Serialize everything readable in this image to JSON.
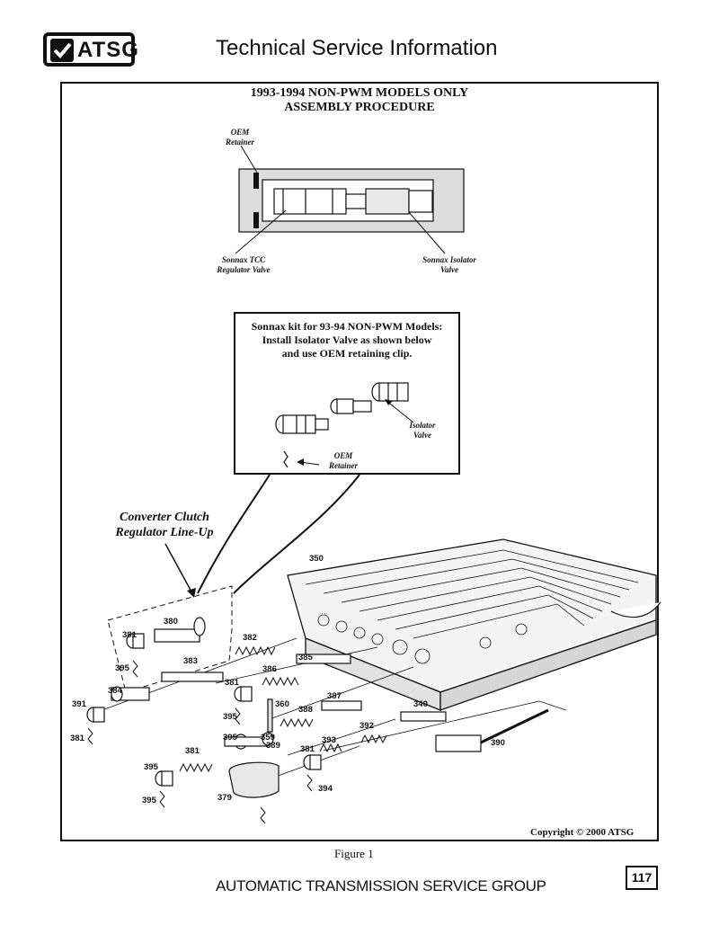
{
  "header": {
    "logo_text": "ATSG",
    "title": "Technical Service Information"
  },
  "diagram": {
    "title_line1": "1993-1994 NON-PWM MODELS ONLY",
    "title_line2": "ASSEMBLY PROCEDURE",
    "oem_retainer_top_1": "OEM",
    "oem_retainer_top_2": "Retainer",
    "tcc_valve_1": "Sonnax TCC",
    "tcc_valve_2": "Regulator Valve",
    "isolator_valve_1": "Sonnax Isolator",
    "isolator_valve_2": "Valve",
    "kit": {
      "line1": "Sonnax kit for 93-94 NON-PWM Models:",
      "line2": "Install Isolator Valve as shown below",
      "line3": "and use OEM retaining clip.",
      "isolator_1": "Isolator",
      "isolator_2": "Valve",
      "oem_1": "OEM",
      "oem_2": "Retainer"
    },
    "lineup_1": "Converter Clutch",
    "lineup_2": "Regulator Line-Up",
    "part_numbers": [
      "350",
      "380",
      "381",
      "395",
      "382",
      "383",
      "384",
      "386",
      "385",
      "381",
      "395",
      "360",
      "388",
      "387",
      "391",
      "381",
      "395",
      "389",
      "359",
      "393",
      "392",
      "340",
      "390",
      "381",
      "381",
      "395",
      "394",
      "395",
      "379"
    ],
    "copyright": "Copyright © 2000 ATSG"
  },
  "figure_caption": "Figure 1",
  "footer": {
    "org": "AUTOMATIC TRANSMISSION SERVICE GROUP",
    "page": "117"
  }
}
